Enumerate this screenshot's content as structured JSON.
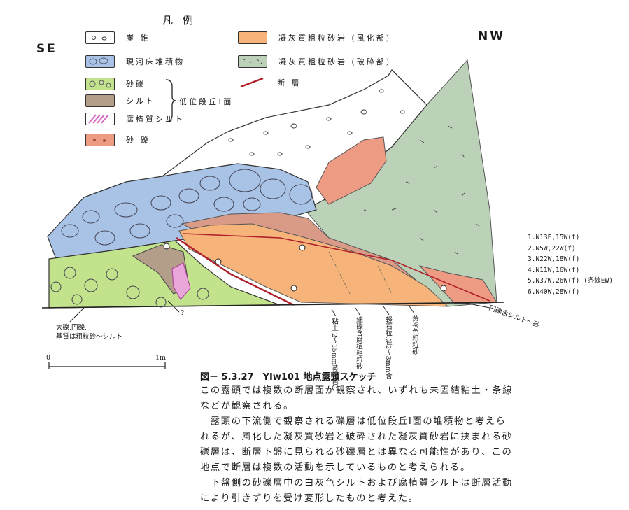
{
  "legend": {
    "title": "凡例",
    "items": [
      {
        "label": "崖 錐",
        "color": "#ffffff"
      },
      {
        "label": "現河床堆積物",
        "color": "#a9c3e6"
      },
      {
        "label": "砂礫",
        "color": "#c3e28c"
      },
      {
        "label": "シルト",
        "color": "#b39e8a"
      },
      {
        "label": "腐植質シルト",
        "color": "#e9a6d9"
      },
      {
        "label": "砂 礫",
        "color": "#ee9b84"
      },
      {
        "label": "凝灰質粗粒砂岩 (風化部)",
        "color": "#f6b47a"
      },
      {
        "label": "凝灰質粗粒砂岩 (破砕部)",
        "color": "#bcd2b8"
      },
      {
        "label": "断 層",
        "color": "#b0202a"
      }
    ],
    "group_label": "低位段丘Ⅰ面"
  },
  "directions": {
    "left": "SE",
    "right": "NW"
  },
  "measurements": [
    "1.N13E,15W(f)",
    "2.N5W,22W(f)",
    "3.N22W,18W(f)",
    "4.N11W,16W(f)",
    "5.N37W,26W(f) (条線EW)",
    "6.N40W,28W(f)"
  ],
  "annotations": {
    "question": "?",
    "gravel_note": [
      "大礫,円礫,",
      "基質は粗粒砂～シルト"
    ],
    "v_labels": [
      "粘土,2～15mm黄褐色",
      "細礫含腐植粗粒砂",
      "軽石粒,径2～3mm含",
      "黄褐色粗粒砂"
    ],
    "silt_label": "円礫含シルト～砂"
  },
  "scale": {
    "start": "0",
    "end": "1m"
  },
  "caption": "図－ 5.3.27　YIw101 地点露頭スケッチ",
  "paragraphs": [
    "この露頭では複数の断層面が観察され、いずれも未固結粘土・条線",
    "などが観察される。",
    "　露頭の下流側で観察される礫層は低位段丘Ⅰ面の堆積物と考えら",
    "れるが、風化した凝灰質砂岩と破砕された凝灰質砂岩に挟まれる砂",
    "礫層は、断層下盤に見られる砂礫層とは異なる可能性があり、この",
    "地点で断層は複数の活動を示しているものと考えられる。",
    "　下盤側の砂礫層中の白灰色シルトおよび腐植質シルトは断層活動",
    "により引きずりを受け変形したものと考えた。"
  ]
}
